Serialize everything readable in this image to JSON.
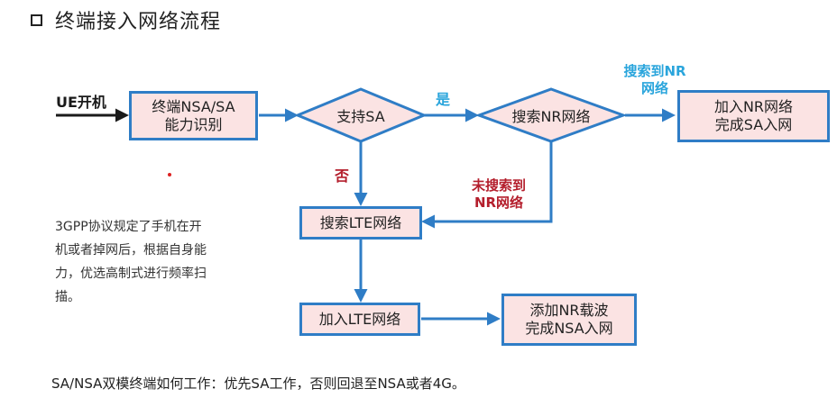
{
  "title": "终端接入网络流程",
  "start": "UE开机",
  "nodes": {
    "capability": [
      "终端NSA/SA",
      "能力识别"
    ],
    "support_sa": "支持SA",
    "search_nr": "搜索NR网络",
    "join_nr_sa": [
      "加入NR网络",
      "完成SA入网"
    ],
    "search_lte": "搜索LTE网络",
    "join_lte": "加入LTE网络",
    "add_nr_carrier": [
      "添加NR载波",
      "完成NSA入网"
    ]
  },
  "edge_labels": {
    "yes": "是",
    "no": "否",
    "nr_found": [
      "搜索到NR",
      "网络"
    ],
    "nr_not_found": [
      "未搜索到",
      "NR网络"
    ]
  },
  "note": [
    "3GPP协议规定了手机在开",
    "机或者掉网后，根据自身能",
    "力，优选高制式进行频率扫",
    "描。"
  ],
  "footer": "SA/NSA双模终端如何工作：优先SA工作，否则回退至NSA或者4G。",
  "colors": {
    "box_fill": "#fbe3e3",
    "box_border": "#2f7dc6",
    "arrow": "#2f7dc6",
    "label_blue": "#2aa5dc",
    "label_red": "#b41e2c"
  }
}
